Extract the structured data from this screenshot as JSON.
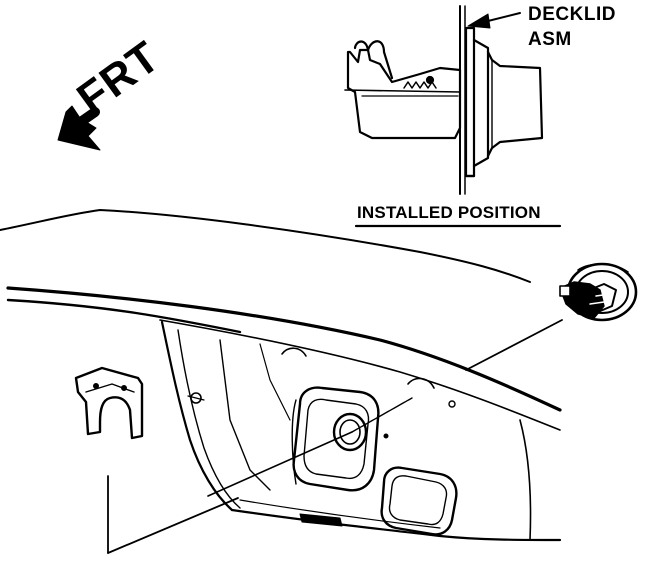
{
  "labels": {
    "decklid": "DECKLID",
    "asm": "ASM",
    "installed_position": "INSTALLED POSITION",
    "frt": "FRT"
  },
  "colors": {
    "ink": "#000000",
    "paper": "#ffffff"
  }
}
